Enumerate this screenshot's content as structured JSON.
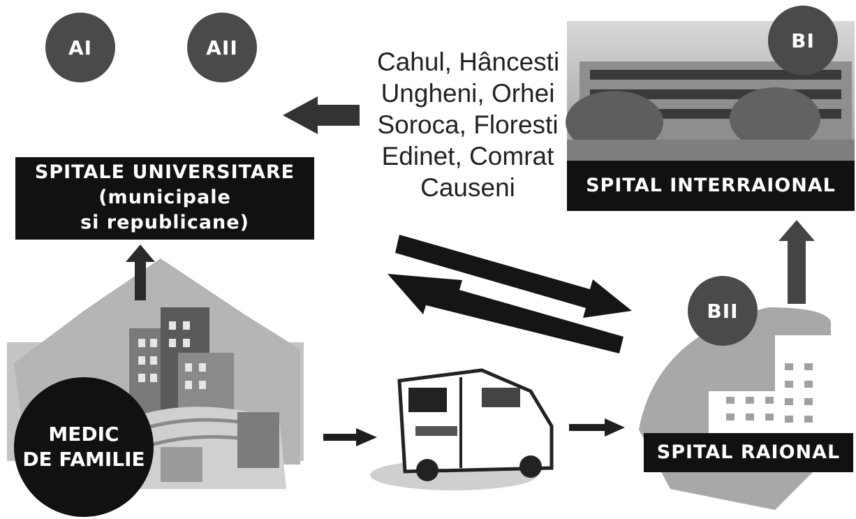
{
  "badges": {
    "ai": "AI",
    "aii": "AII",
    "bi": "BI",
    "bii": "BII"
  },
  "cities": [
    "Cahul, Hâncesti",
    "Ungheni, Orhei",
    "Soroca, Floresti",
    "Edinet, Comrat",
    "Causeni"
  ],
  "boxes": {
    "spitale_universitare": {
      "line1": "SPITALE UNIVERSITARE",
      "line2": "(municipale",
      "line3": "si republicane)"
    },
    "spital_interraional": "SPITAL INTERRAIONAL",
    "spital_raional": "SPITAL RAIONAL"
  },
  "medic": {
    "line1": "MEDIC",
    "line2": "DE FAMILIE"
  },
  "colors": {
    "badge": "#4a4a4a",
    "box": "#111111",
    "arrow": "#2a2a2a",
    "arrow_mid": "#444444"
  }
}
